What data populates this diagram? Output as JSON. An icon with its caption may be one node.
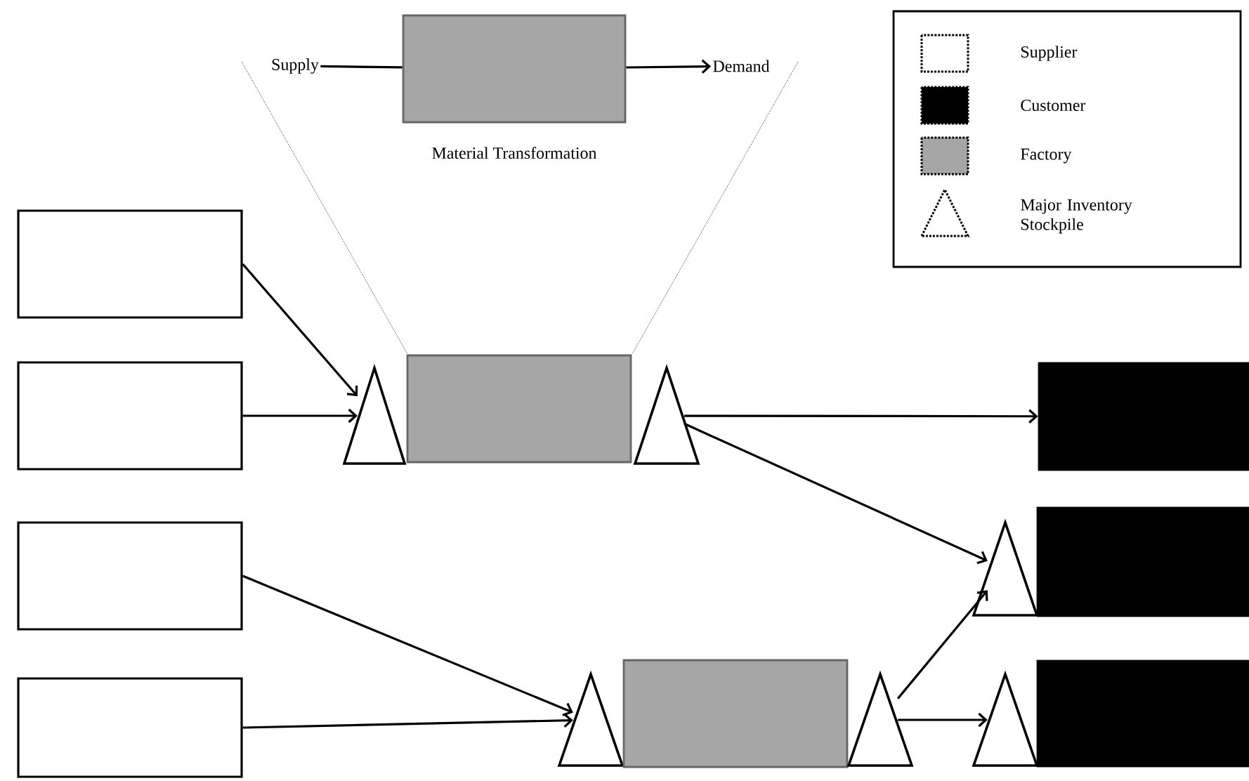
{
  "diagram": {
    "nodes": [
      {
        "text": [
          "Supply"
        ]
      },
      {
        "text": [],
        "shape": "box",
        "beside": [
          "Material Transformation"
        ]
      },
      {
        "text": [
          "Demand"
        ]
      },
      {
        "text": [],
        "shape": "box"
      },
      {
        "text": [],
        "shape": "box"
      },
      {
        "text": [],
        "shape": "box"
      },
      {
        "text": [],
        "shape": "box"
      },
      {
        "text": [],
        "shape": "triangle"
      },
      {
        "text": [],
        "shape": "box"
      },
      {
        "text": [],
        "shape": "triangle"
      },
      {
        "text": [],
        "shape": "box"
      },
      {
        "text": [],
        "shape": "triangle"
      },
      {
        "text": [],
        "shape": "box"
      },
      {
        "text": [],
        "shape": "triangle"
      },
      {
        "text": [],
        "shape": "box"
      },
      {
        "text": [],
        "shape": "triangle"
      },
      {
        "text": [],
        "shape": "triangle"
      },
      {
        "text": [],
        "shape": "box"
      }
    ],
    "edges": [
      {
        "from": 0,
        "to": 1,
        "arrow": "none"
      },
      {
        "from": 1,
        "to": 2,
        "arrow": "to"
      },
      {
        "from": 3,
        "to": 7,
        "arrow": "to"
      },
      {
        "from": 4,
        "to": 7,
        "arrow": "to"
      },
      {
        "from": 9,
        "to": 10,
        "arrow": "to"
      },
      {
        "from": 9,
        "to": 11,
        "arrow": "to"
      },
      {
        "from": 5,
        "to": 13,
        "arrow": "to"
      },
      {
        "from": 6,
        "to": 13,
        "arrow": "to"
      },
      {
        "from": 15,
        "to": 11,
        "arrow": "to"
      },
      {
        "from": 15,
        "to": 16,
        "arrow": "to"
      }
    ],
    "legend": [
      {
        "text": "Supplier"
      },
      {
        "text": "Customer",
        "color": "#000000"
      },
      {
        "text": "Factory",
        "color": "#a6a6a6"
      },
      {
        "text": "Major Inventory Stockpile"
      }
    ]
  }
}
